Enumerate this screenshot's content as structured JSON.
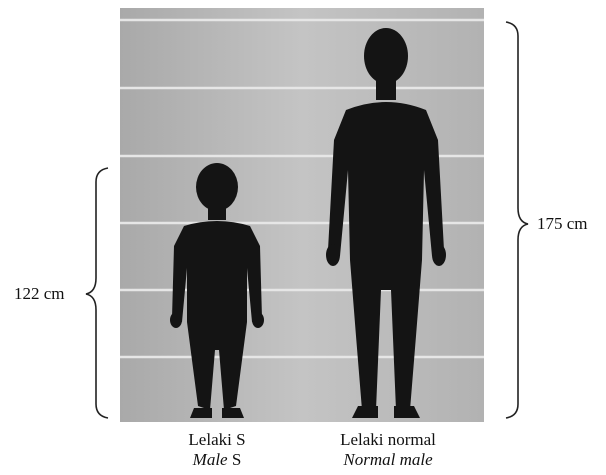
{
  "measurements": {
    "left_height": "122 cm",
    "right_height": "175 cm"
  },
  "captions": {
    "left_line1": "Lelaki S",
    "left_line2_italic": "Male",
    "left_line2_plain": " S",
    "right_line1": "Lelaki normal",
    "right_line2": "Normal male"
  },
  "colors": {
    "background_panel": "#b9b9b9",
    "silhouette": "#141414",
    "bracket": "#222222",
    "text": "#111111"
  }
}
